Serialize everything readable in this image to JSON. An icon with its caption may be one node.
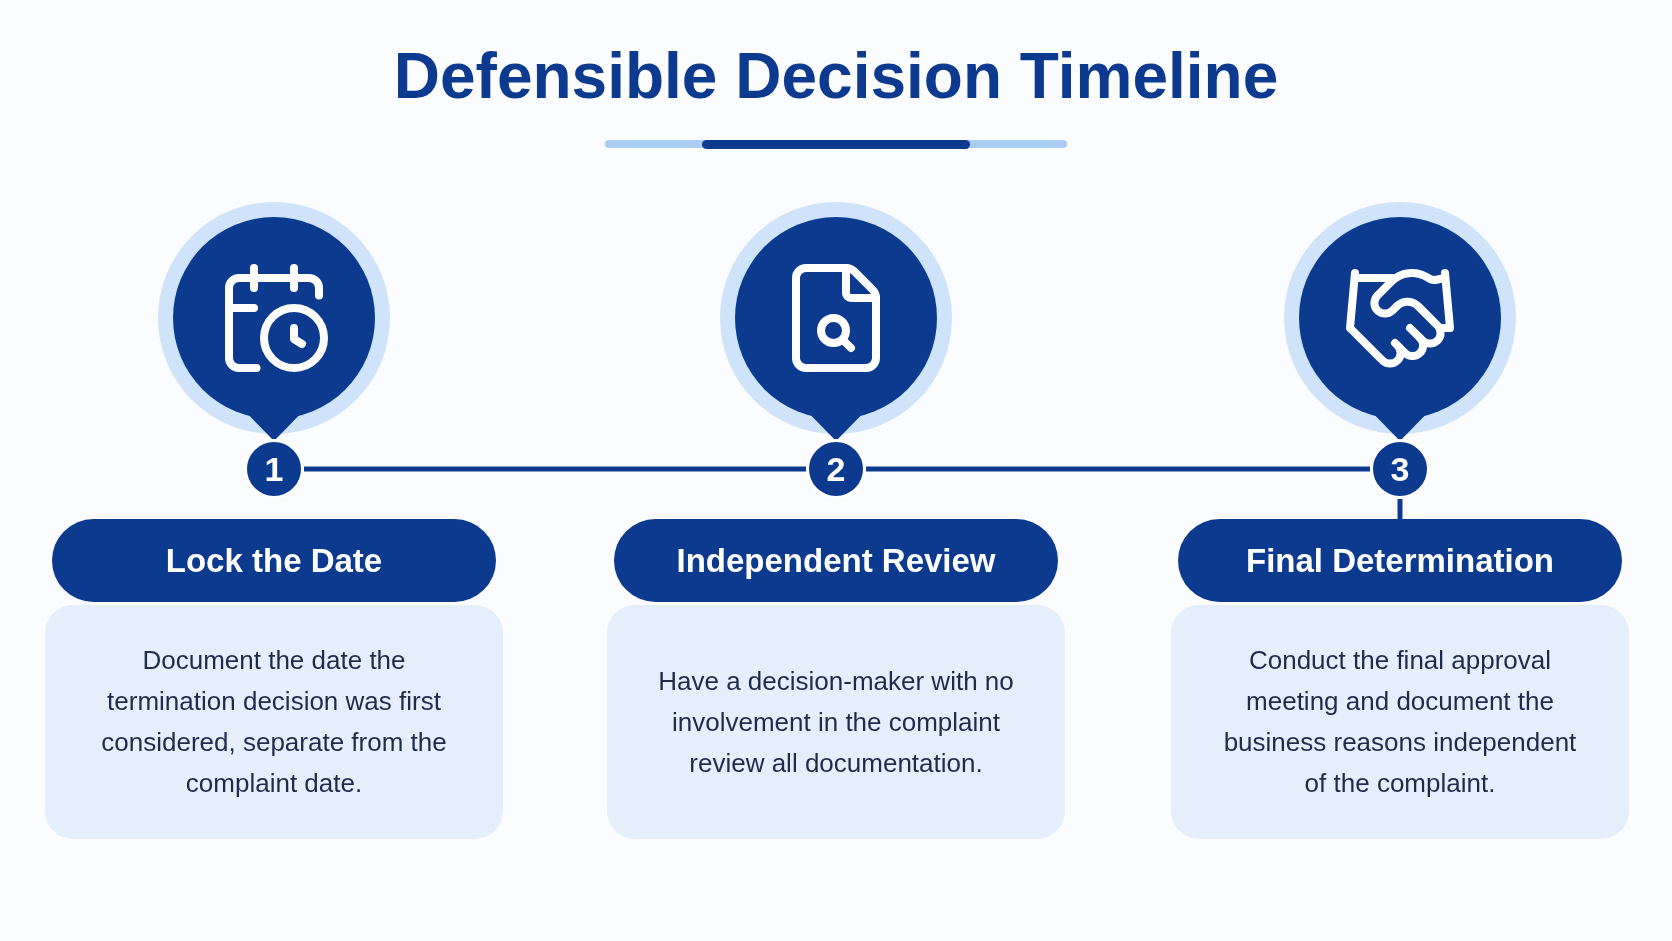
{
  "diagram": {
    "title": "Defensible Decision Timeline",
    "nodes": [
      {
        "text": [
          "1"
        ]
      },
      {
        "text": [
          "Lock the Date"
        ]
      },
      {
        "text": [
          "Document the date the termination decision was first considered, separate from the complaint date."
        ]
      },
      {
        "text": [
          "2"
        ]
      },
      {
        "text": [
          "Independent Review"
        ]
      },
      {
        "text": [
          "Have a decision-maker with no involvement in the complaint review all documentation."
        ]
      },
      {
        "text": [
          "3"
        ]
      },
      {
        "text": [
          "Final Determination"
        ]
      },
      {
        "text": [
          "Conduct the final approval meeting and document the business reasons independent of the complaint."
        ]
      }
    ],
    "edges": [
      {
        "from": 0,
        "to": 3,
        "arrow": "none"
      },
      {
        "from": 3,
        "to": 6,
        "arrow": "none"
      },
      {
        "from": 6,
        "to": 7,
        "arrow": "none"
      }
    ]
  }
}
